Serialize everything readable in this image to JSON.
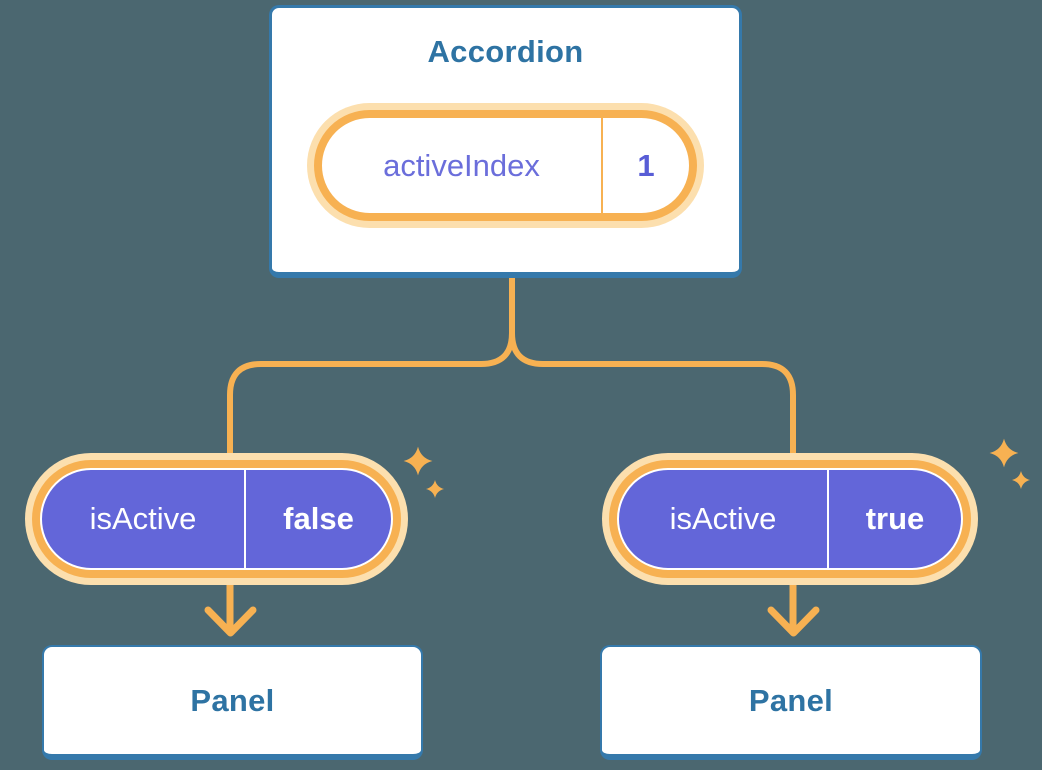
{
  "colors": {
    "background": "#4b6770",
    "card_background": "#ffffff",
    "card_border_blue": "#3579ab",
    "heading_blue": "#2e73a3",
    "accent_orange": "#f7b152",
    "accent_orange_pale": "#fcdfae",
    "prop_pill_purple": "#6366d9",
    "state_label_purple": "#6b6edb",
    "state_value_purple": "#585dd6",
    "pill_text_white": "#ffffff"
  },
  "icons": {
    "sparkle": "sparkle-icon",
    "arrow_down": "arrow-down-icon"
  },
  "diagram": {
    "root": {
      "title": "Accordion",
      "state": {
        "name": "activeIndex",
        "value": "1"
      }
    },
    "children": [
      {
        "prop": {
          "name": "isActive",
          "value": "false"
        },
        "panel": {
          "title": "Panel"
        }
      },
      {
        "prop": {
          "name": "isActive",
          "value": "true"
        },
        "panel": {
          "title": "Panel"
        }
      }
    ]
  }
}
